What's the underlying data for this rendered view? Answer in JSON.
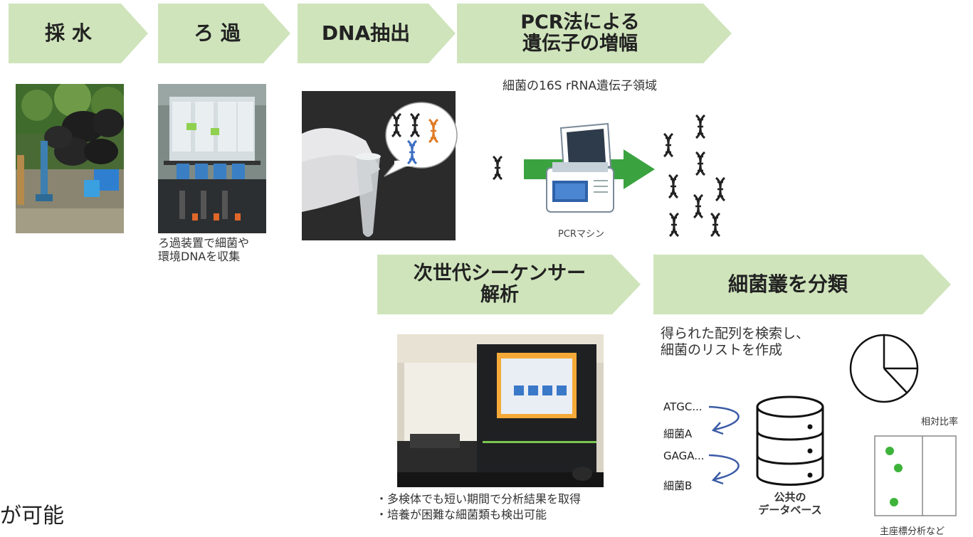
{
  "steps": {
    "sampling": "採 水",
    "filtration": "ろ 過",
    "dna_extraction": "DNA抽出",
    "pcr": "PCR法による\n遺伝子の増幅",
    "ngs": "次世代シーケンサー\n解析",
    "classify": "細菌叢を分類"
  },
  "filtration_caption": "ろ過装置で細菌や\n環境DNAを収集",
  "pcr_target": "細菌の16S rRNA遺伝子領域",
  "pcr_machine": "PCRマシン",
  "ngs_bullets": [
    "・多検体でも短い期間で分析結果を取得",
    "・培養が困難な細菌類も検出可能"
  ],
  "classify_text": "得られた配列を検索し、\n細菌のリストを作成",
  "seq_labels": [
    "ATGC...",
    "細菌A",
    "GAGA...",
    "細菌B"
  ],
  "database_label": "公共の\nデータベース",
  "pie_label": "相対比率",
  "pca_label": "主座標分析など",
  "bottom_left_text": "が可能",
  "colors": {
    "arrow_fill": "#cfe4bb",
    "flow_arrow": "#3aa340",
    "dot": "#3db33a",
    "dna_orange": "#e07b25",
    "dna_blue": "#3d6fc2"
  }
}
